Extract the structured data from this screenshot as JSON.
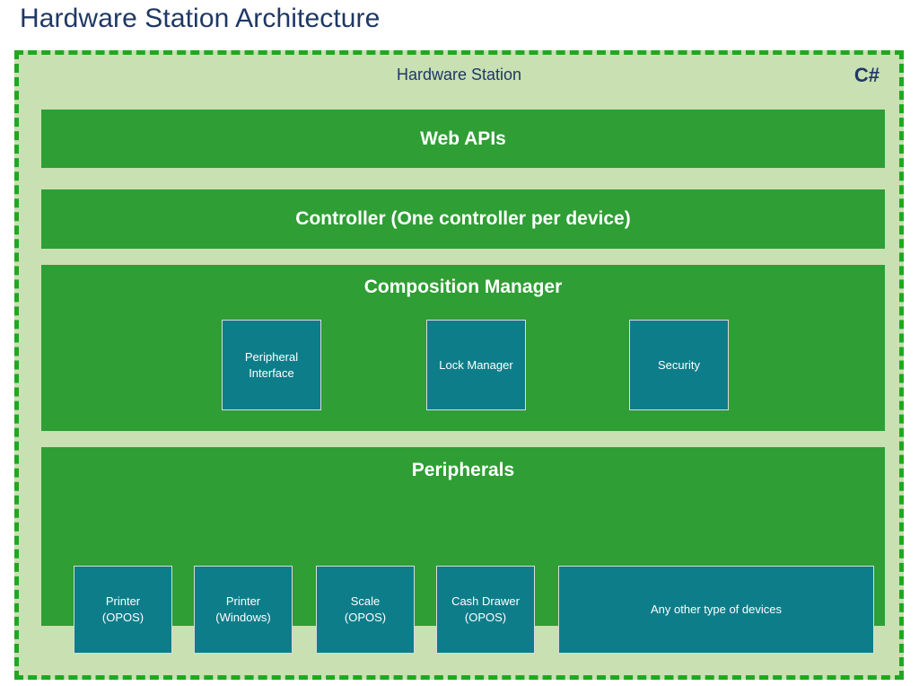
{
  "page": {
    "title": "Hardware Station Architecture"
  },
  "diagram": {
    "container_label": "Hardware Station",
    "language_tag": "C#",
    "colors": {
      "title_navy": "#1f3864",
      "outer_background": "#c8e0b2",
      "dashed_border": "#1fa81f",
      "band_green": "#2f9e35",
      "subbox_teal": "#0e7d8a",
      "text_white": "#ffffff"
    },
    "layers": [
      {
        "id": "web-apis",
        "label": "Web APIs",
        "children": []
      },
      {
        "id": "controller",
        "label": "Controller (One controller per device)",
        "children": []
      },
      {
        "id": "composition-manager",
        "label": "Composition Manager",
        "children": [
          {
            "id": "peripheral-interface",
            "line1": "Peripheral",
            "line2": "Interface"
          },
          {
            "id": "lock-manager",
            "line1": "Lock Manager",
            "line2": ""
          },
          {
            "id": "security",
            "line1": "Security",
            "line2": ""
          }
        ]
      },
      {
        "id": "peripherals",
        "label": "Peripherals",
        "children": [
          {
            "id": "printer-opos",
            "line1": "Printer",
            "line2": "(OPOS)"
          },
          {
            "id": "printer-windows",
            "line1": "Printer",
            "line2": "(Windows)"
          },
          {
            "id": "scale-opos",
            "line1": "Scale",
            "line2": "(OPOS)"
          },
          {
            "id": "cash-drawer-opos",
            "line1": "Cash Drawer",
            "line2": "(OPOS)"
          },
          {
            "id": "any-other-devices",
            "line1": "Any other type of devices",
            "line2": ""
          }
        ]
      }
    ]
  }
}
